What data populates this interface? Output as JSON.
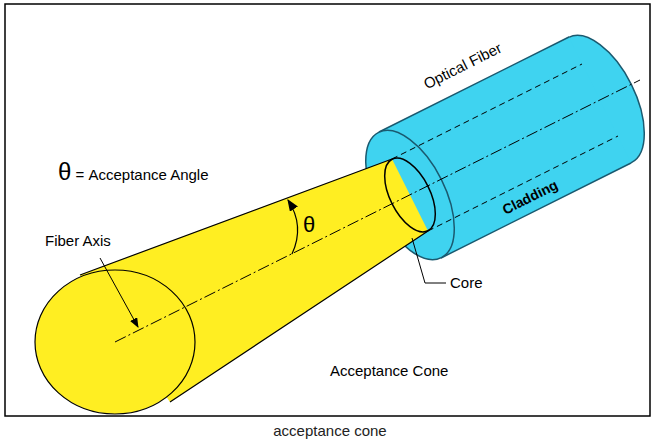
{
  "diagram": {
    "caption": "acceptance cone",
    "labels": [
      "θ = Acceptance Angle",
      "θ",
      "Fiber Axis",
      "Acceptance Cone",
      "Core",
      "Optical Fiber",
      "Cladding"
    ]
  }
}
